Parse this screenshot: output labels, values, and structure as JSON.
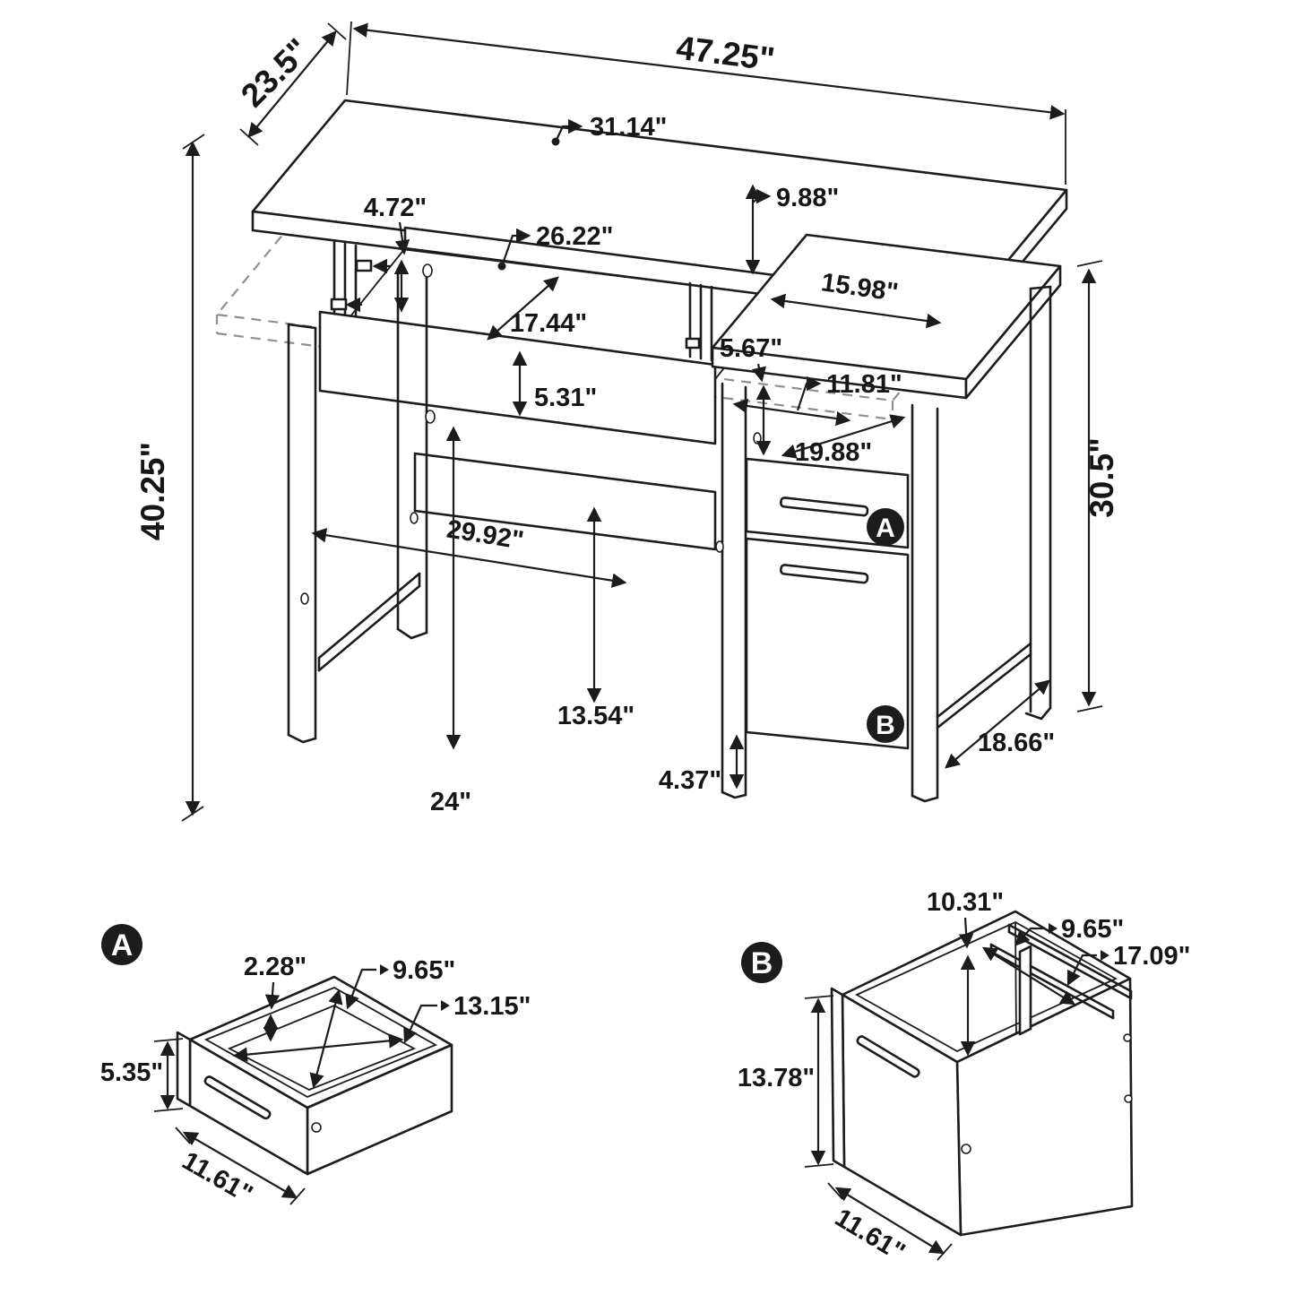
{
  "meta": {
    "type": "furniture-dimension-diagram",
    "subject": "lift-top desk with drawer pedestal, isometric view with two drawer detail views",
    "units": "inches",
    "line_color": "#1c1c1c",
    "dash_color": "#8f8f8f",
    "badge_color": "#1c1c1c"
  },
  "main": {
    "badge_a": "A",
    "badge_b": "B",
    "dims": {
      "overall_depth": "23.5\"",
      "overall_width": "47.25\"",
      "lift_top_width": "31.14\"",
      "lift_rise": "9.88\"",
      "bracket_offset": "4.72\"",
      "inner_width": "26.22\"",
      "inner_depth": "17.44\"",
      "return_top_depth": "15.98\"",
      "cubby_height": "5.67\"",
      "cubby_width": "11.81\"",
      "cubby_depth": "19.88\"",
      "apron_height": "5.31\"",
      "leg_span": "29.92\"",
      "knee_clearance": "13.54\"",
      "stretcher_height": "24\"",
      "bottom_clearance": "4.37\"",
      "side_depth": "18.66\"",
      "desk_height": "30.5\"",
      "overall_height": "40.25\""
    }
  },
  "detail_a": {
    "label": "A",
    "dims": {
      "drawer_height": "5.35\"",
      "drawer_width": "11.61\"",
      "rail_offset": "2.28\"",
      "inner_width": "9.65\"",
      "inner_depth": "13.15\""
    }
  },
  "detail_b": {
    "label": "B",
    "dims": {
      "drawer_height": "13.78\"",
      "drawer_width": "11.61\"",
      "rail_drop": "10.31\"",
      "inner_width": "9.65\"",
      "rail_length": "17.09\""
    }
  }
}
